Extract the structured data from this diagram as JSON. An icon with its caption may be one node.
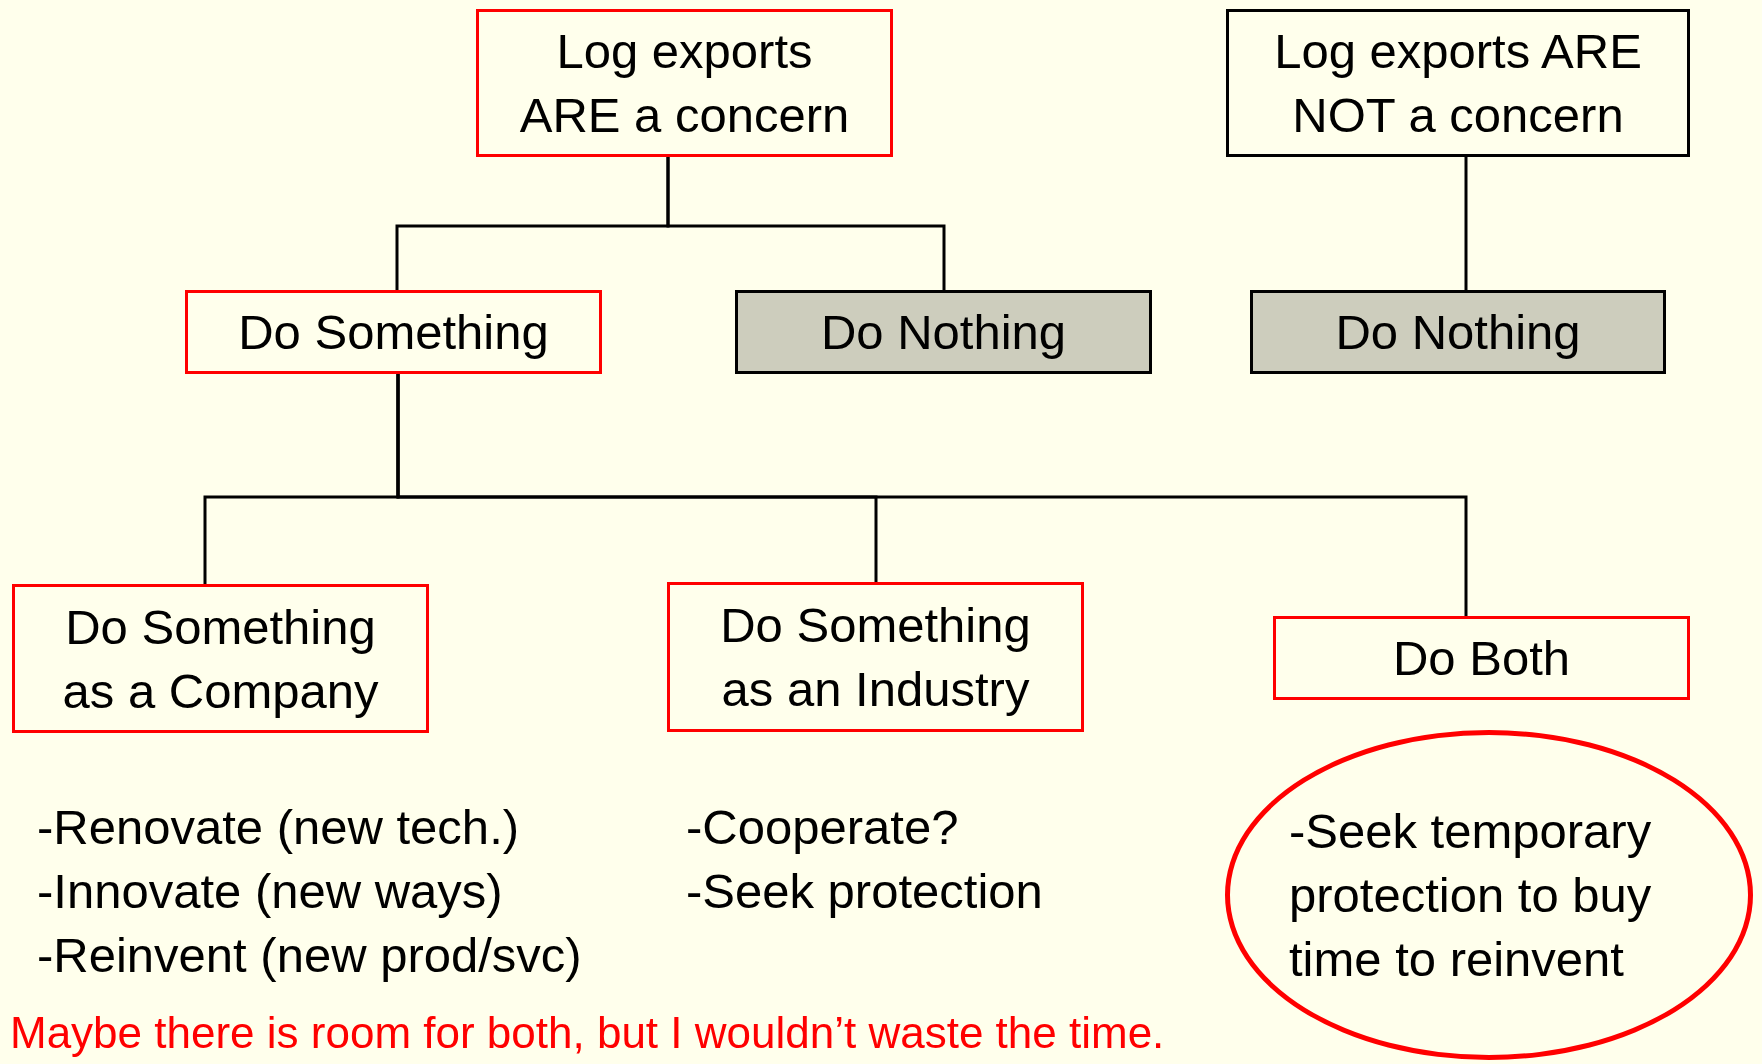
{
  "diagram": {
    "nodes": [
      {
        "text": [
          "Log exports ARE a concern"
        ]
      },
      {
        "text": [
          "Log exports ARE NOT a concern"
        ]
      },
      {
        "text": [
          "Do Something"
        ]
      },
      {
        "text": [
          "Do Nothing"
        ]
      },
      {
        "text": [
          "Do Nothing"
        ]
      },
      {
        "text": [
          "Do Something as a Company"
        ]
      },
      {
        "text": [
          "Do Something as an Industry"
        ]
      },
      {
        "text": [
          "Do Both"
        ]
      },
      {
        "text": [
          "-Seek temporary protection to buy time to reinvent"
        ]
      }
    ],
    "edges": [
      {
        "from": 0,
        "to": 2,
        "arrow": "none"
      },
      {
        "from": 0,
        "to": 3,
        "arrow": "none"
      },
      {
        "from": 1,
        "to": 4,
        "arrow": "none"
      },
      {
        "from": 2,
        "to": 5,
        "arrow": "none"
      },
      {
        "from": 2,
        "to": 6,
        "arrow": "none"
      },
      {
        "from": 2,
        "to": 7,
        "arrow": "none"
      }
    ],
    "labels": [
      "-Renovate (new tech.)",
      "-Innovate (new ways)",
      "-Reinvent (new prod/svc)",
      "-Cooperate?",
      "-Seek protection",
      "Maybe there is room for both, but I wouldn’t waste the time."
    ]
  }
}
